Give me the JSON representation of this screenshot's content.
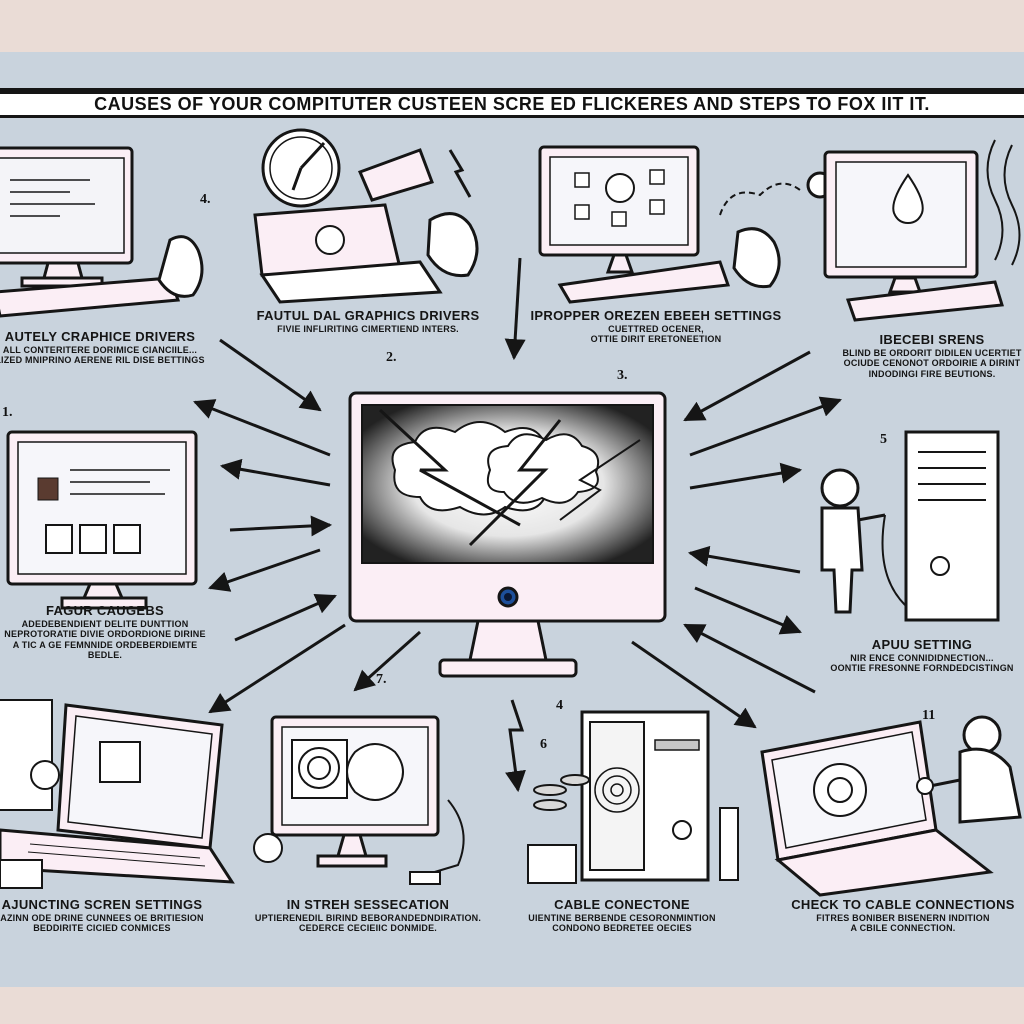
{
  "title": "CAUSES OF YOUR COMPITUTER CUSTEEN SCRE ED FLICKERES  AND STEPS TO FOX IIT IT.",
  "panels": [
    {
      "heading": "AUTELY CRAPHICE DRIVERS",
      "lines": [
        "ALL CONTERITERE DORIMICE CIANCIILE...",
        "LIZED MNIPRINO AERENE RIL DISE BETTINGS"
      ]
    },
    {
      "heading": "FAUTUL DAL GRAPHICS DRIVERS",
      "lines": [
        "FIVIE INFLIRITING CIMERTIEND INTERS."
      ]
    },
    {
      "heading": "IPROPPER OREZEN EBEEH SETTINGS",
      "lines": [
        "CUETTRED OCENER,",
        "OTTIE DIRIT ERETONEETION"
      ]
    },
    {
      "heading": "IBECEBI SRENS",
      "lines": [
        "BLIND BE ORDORIT DIDILEN UCERTIET",
        "OCIUDE CENONOT ORDOIRIE A DIRINT",
        "INDODINGI FIRE BEUTIONS."
      ]
    },
    {
      "heading": "FAGUR CAUGEBS",
      "lines": [
        "ADEDEBENDIENT DELITE DUNTTION",
        "NEPROTORATIE DIVIE ORDORDIONE DIRINE",
        "A TIC A GE FEMNNIDE ORDEBERDIEMTE BEDLE."
      ]
    },
    {
      "heading": "APUU SETTING",
      "lines": [
        "NIR ENCE CONNIDIDNECTION...",
        "OONTIE FRESONNE FORNDEDCISTINGN"
      ]
    },
    {
      "heading": "AJUNCTING SCREN SETTINGS",
      "lines": [
        "AZINN ODE DRINE CUNNEES OE BRITIESION",
        "BEDDIRITE CICIED CONMICES"
      ]
    },
    {
      "heading": "IN STREH SESSECATION",
      "lines": [
        "UPTIERENEDIL BIRIND BEBORANDEDNDIRATION.",
        "CEDERCE CECIEIIC DONMIDE."
      ]
    },
    {
      "heading": "CABLE CONECTONE",
      "lines": [
        "UIENTINE BERBENDE CESORONMINTION",
        "CONDONO BEDRETEE OECIES"
      ]
    },
    {
      "heading": "CHECK TO CABLE CONNECTIONS",
      "lines": [
        "FITRES BONIBER BISENERN INDITION",
        "A CBILE CONNECTION."
      ]
    }
  ],
  "numbers": [
    "4.",
    "2.",
    "3.",
    "1.",
    "5",
    "7.",
    "4",
    "6",
    "11"
  ],
  "colors": {
    "board": "#c9d3dd",
    "paper": "#eadcd6",
    "ink": "#151515",
    "screen": "#fbeef5"
  }
}
